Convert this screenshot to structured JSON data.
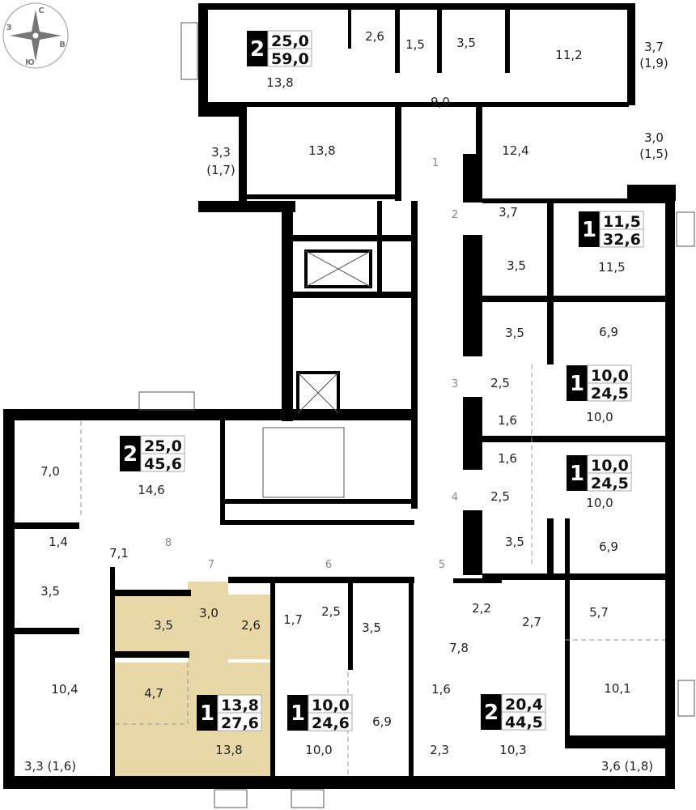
{
  "compass": {
    "north": "С",
    "east": "В",
    "south": "Ю",
    "west": "З"
  },
  "colors": {
    "highlight": "#e8d8a8",
    "wall": "#000000"
  },
  "badges": [
    {
      "rooms": "2",
      "living": "25,0",
      "total": "59,0"
    },
    {
      "rooms": "1",
      "living": "11,5",
      "total": "32,6"
    },
    {
      "rooms": "1",
      "living": "10,0",
      "total": "24,5"
    },
    {
      "rooms": "1",
      "living": "10,0",
      "total": "24,5"
    },
    {
      "rooms": "2",
      "living": "25,0",
      "total": "45,6"
    },
    {
      "rooms": "1",
      "living": "13,8",
      "total": "27,6"
    },
    {
      "rooms": "1",
      "living": "10,0",
      "total": "24,6"
    },
    {
      "rooms": "2",
      "living": "20,4",
      "total": "44,5"
    }
  ],
  "rooms": [
    "2,6",
    "1,5",
    "3,5",
    "11,2",
    "3,7",
    "(1,9)",
    "13,8",
    "9,0",
    "13,8",
    "3,3",
    "(1,7)",
    "12,4",
    "3,0",
    "(1,5)",
    "3,7",
    "11,5",
    "3,5",
    "3,5",
    "6,9",
    "2,5",
    "10,0",
    "1,6",
    "1,6",
    "2,5",
    "10,0",
    "3,5",
    "6,9",
    "7,0",
    "14,6",
    "1,4",
    "7,1",
    "3,5",
    "3,0",
    "3,5",
    "2,6",
    "1,7",
    "2,5",
    "3,5",
    "2,2",
    "2,7",
    "5,7",
    "7,8",
    "10,4",
    "4,7",
    "1,6",
    "6,9",
    "10,1",
    "13,8",
    "10,0",
    "2,3",
    "10,3",
    "3,3 (1,6)",
    "3,6 (1,8)"
  ],
  "doors": [
    "1",
    "2",
    "3",
    "4",
    "5",
    "6",
    "7",
    "8"
  ]
}
